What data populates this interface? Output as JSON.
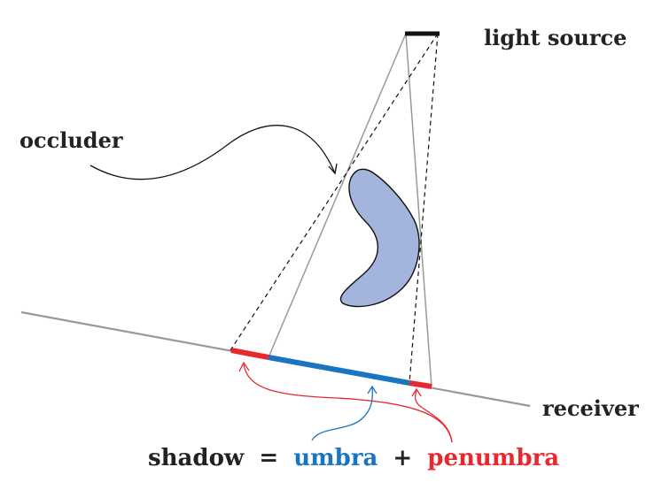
{
  "labels": {
    "light_source": "light source",
    "occluder": "occluder",
    "receiver": "receiver"
  },
  "equation": {
    "shadow": "shadow",
    "equals": "=",
    "umbra": "umbra",
    "plus": "+",
    "penumbra": "penumbra"
  },
  "colors": {
    "umbra": "#1a75c0",
    "penumbra": "#e8282f",
    "occluder_fill": "#a3b4dd",
    "lines": "#999999",
    "ink": "#222222"
  }
}
